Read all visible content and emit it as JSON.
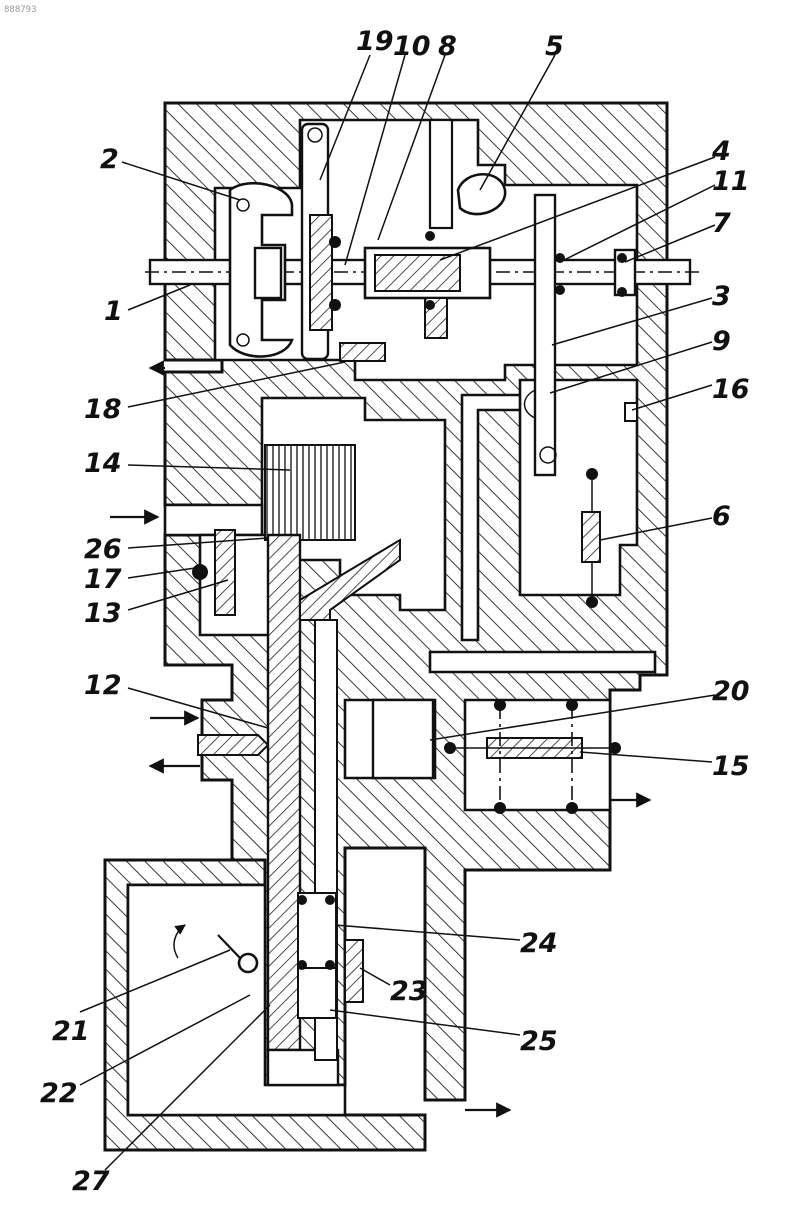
{
  "scan_text": "888793",
  "labels": {
    "l1": "1",
    "l2": "2",
    "l3": "3",
    "l4": "4",
    "l5": "5",
    "l6": "6",
    "l7": "7",
    "l8": "8",
    "l9": "9",
    "l10": "10",
    "l11": "11",
    "l12": "12",
    "l13": "13",
    "l14": "14",
    "l15": "15",
    "l16": "16",
    "l17": "17",
    "l18": "18",
    "l19": "19",
    "l20": "20",
    "l21": "21",
    "l22": "22",
    "l23": "23",
    "l24": "24",
    "l25": "25",
    "l26": "26",
    "l27": "27"
  }
}
